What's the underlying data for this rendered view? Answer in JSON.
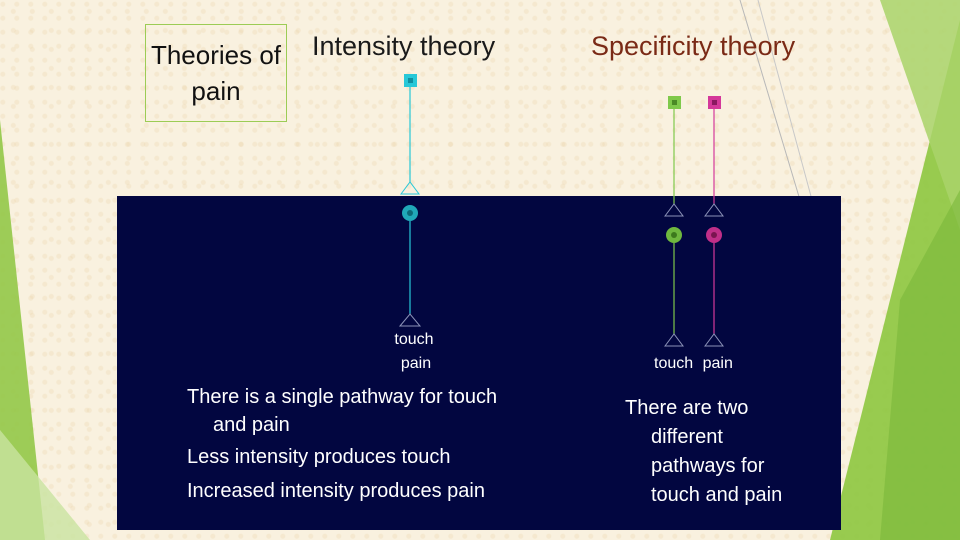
{
  "title": "Theories of pain",
  "intensity": {
    "heading": "Intensity theory",
    "label_touch": "touch",
    "label_pain": "pain",
    "line1": "There is a single pathway for touch",
    "line1b": "and pain",
    "line2": "Less intensity produces touch",
    "line3": "Increased intensity produces pain"
  },
  "specificity": {
    "heading": "Specificity theory",
    "label_touch": "touch",
    "label_pain": "pain",
    "line1": "There are two",
    "line2": "different",
    "line3": "pathways for",
    "line4": "touch and pain"
  },
  "colors": {
    "panel": "#020640",
    "intensity_neuron": "#27c8d8",
    "touch_neuron": "#7fc94b",
    "pain_neuron": "#d4389a",
    "accent_green": "#8dc63f",
    "specificity_heading": "#7a2a16"
  }
}
